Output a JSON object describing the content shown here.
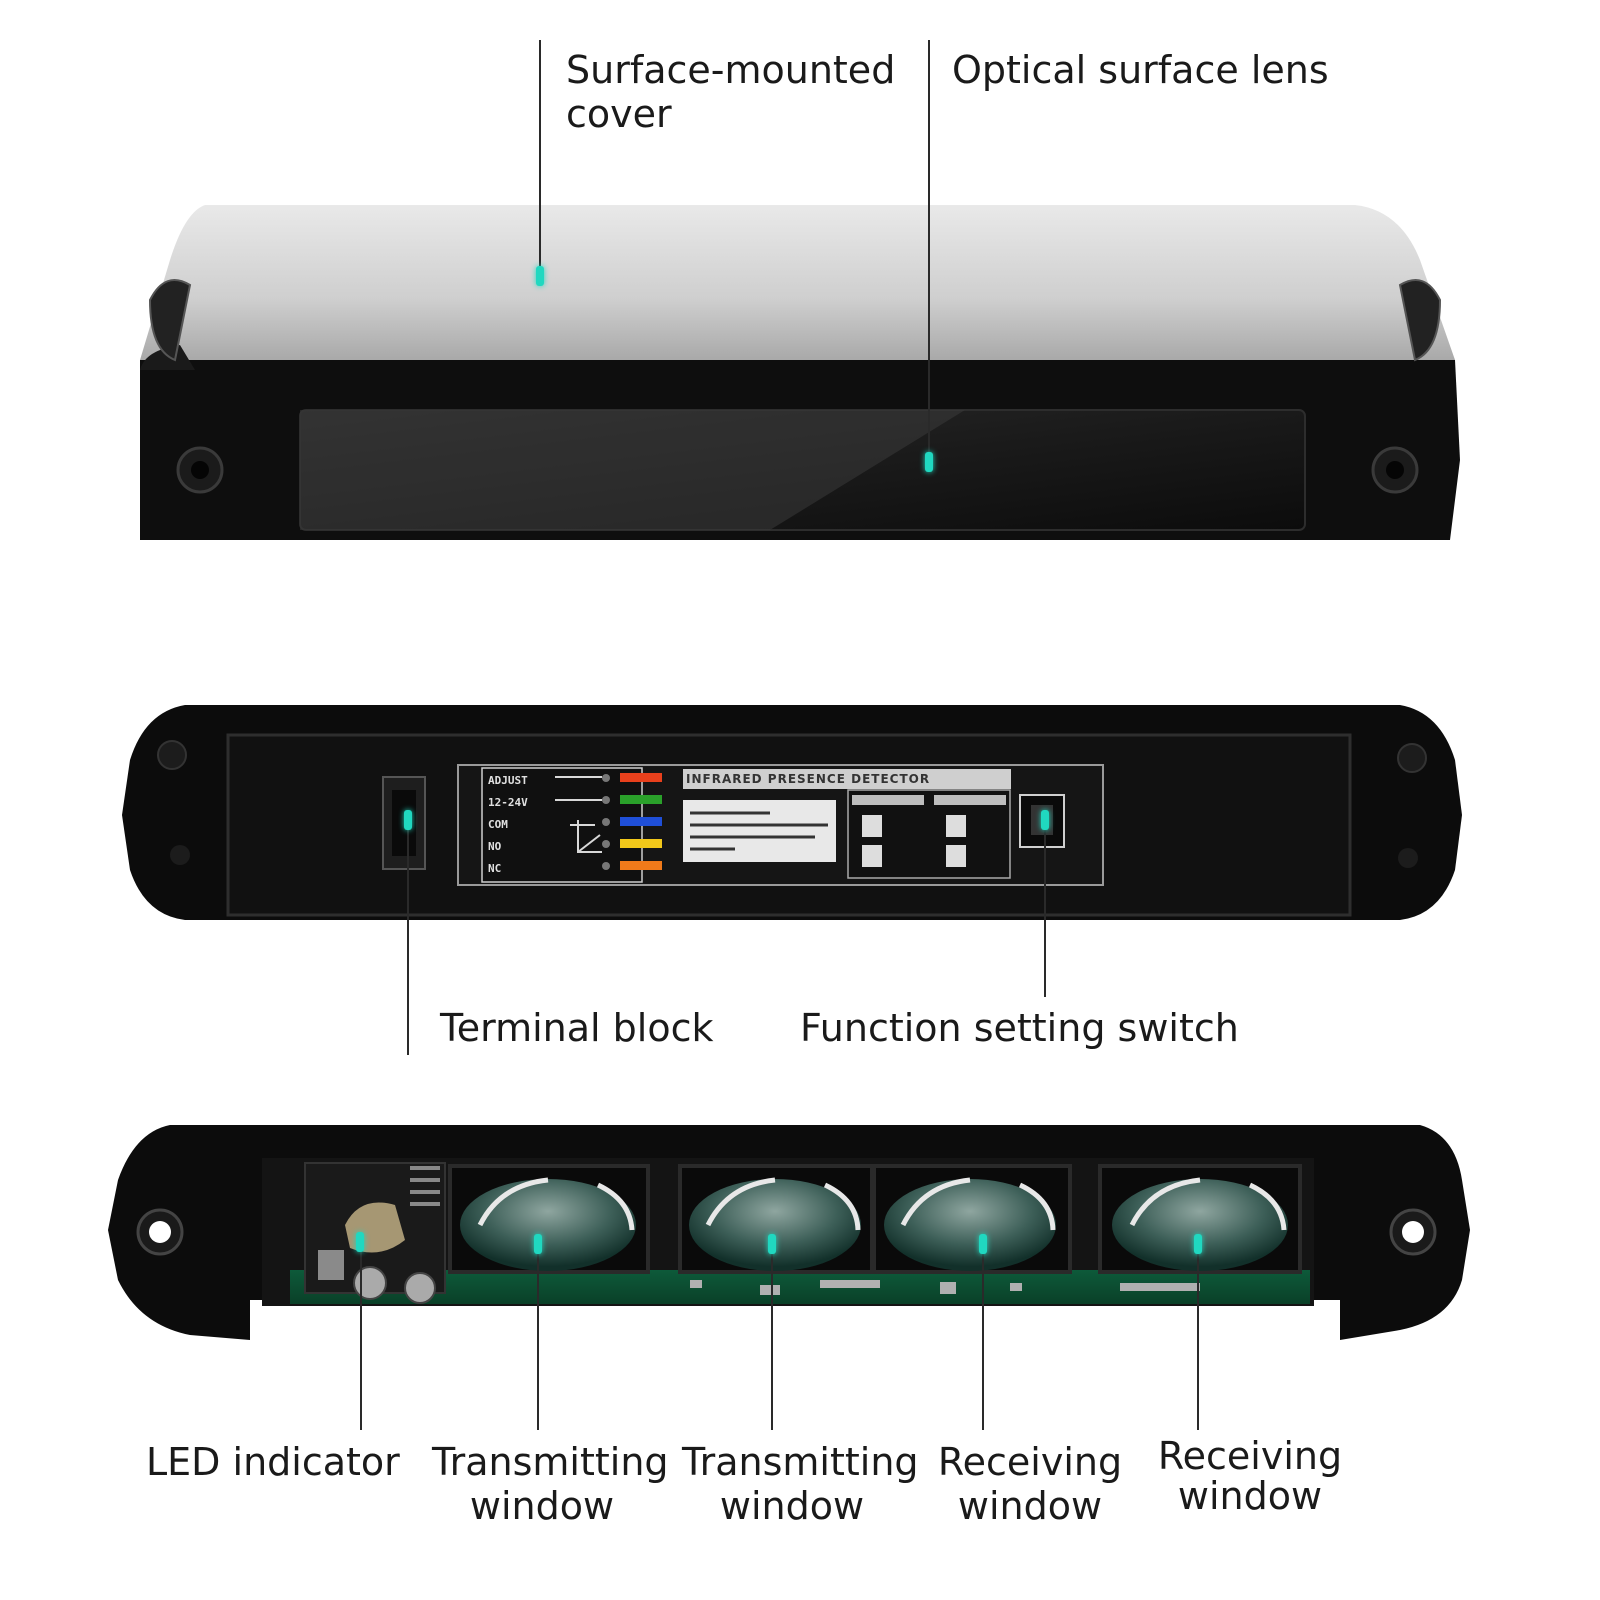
{
  "callouts": {
    "cover": {
      "line1": "Surface-mounted",
      "line2": "cover"
    },
    "lens": "Optical surface lens",
    "terminal": "Terminal block",
    "switch": "Function setting switch",
    "led": "LED indicator",
    "tx1": {
      "line1": "Transmitting",
      "line2": "window"
    },
    "tx2": {
      "line1": "Transmitting",
      "line2": "window"
    },
    "rx1": {
      "line1": "Receiving",
      "line2": "window"
    },
    "rx2": {
      "line1": "Receiving",
      "line2": "window"
    }
  },
  "label_sticker": {
    "header": "INFRARED PRESENCE DETECTOR",
    "terminals": [
      "ADJUST",
      "12-24V",
      "COM",
      "NO",
      "NC"
    ],
    "wire_colors": [
      "#e8401c",
      "#2aa02a",
      "#1f4fd8",
      "#f2c81a",
      "#f07a1a"
    ]
  },
  "colors": {
    "accent": "#20d8c0"
  }
}
